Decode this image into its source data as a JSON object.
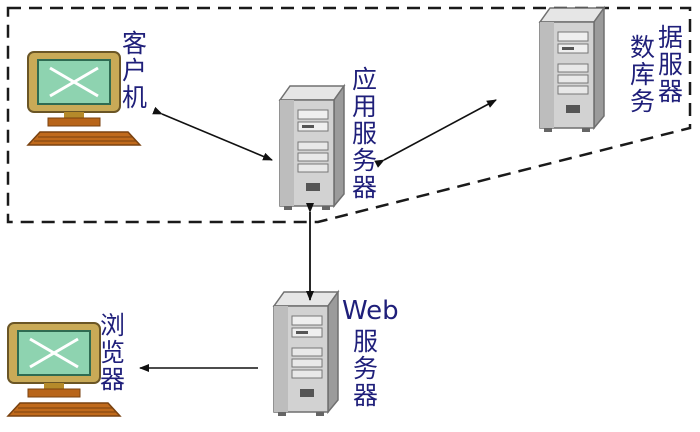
{
  "nodes": {
    "client": {
      "label": "客户机"
    },
    "app_server": {
      "label": "应用服务器"
    },
    "db_server": {
      "label": "数据库服务器"
    },
    "web_server": {
      "label_top": "Web",
      "label_bottom": "服务器"
    },
    "browser": {
      "label": "浏览器"
    }
  },
  "colors": {
    "label_text": "#1f1f7a",
    "screen": "#8ed3b0",
    "keyboard": "#b8651a",
    "server_body": "#c9c9c9",
    "boundary": "#1a1a1a"
  },
  "icons": {
    "client": "desktop-computer-icon",
    "browser": "desktop-computer-icon",
    "servers": "tower-server-icon"
  }
}
